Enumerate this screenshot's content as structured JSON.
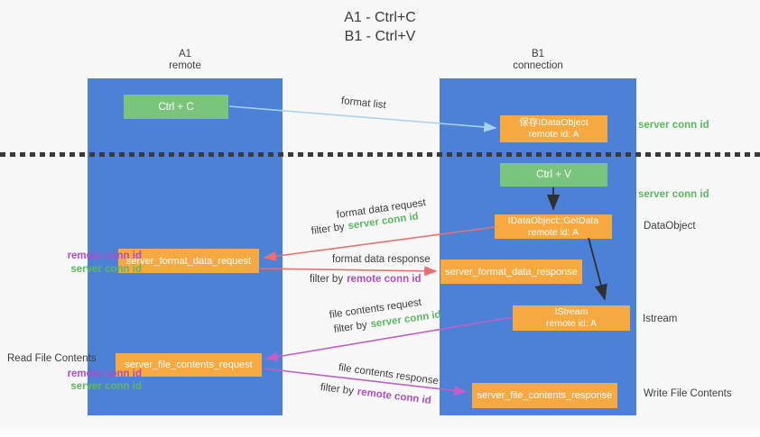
{
  "title": {
    "line1": "A1 - Ctrl+C",
    "line2": "B1 - Ctrl+V"
  },
  "columns": {
    "a1": {
      "name": "A1",
      "role": "remote"
    },
    "b1": {
      "name": "B1",
      "role": "connection"
    }
  },
  "nodes": {
    "ctrl_c": {
      "label": "Ctrl + C"
    },
    "ctrl_v": {
      "label": "Ctrl + V"
    },
    "save_idataobject": {
      "line1": "保存IDataObject",
      "line2": "remote id: A"
    },
    "getdata": {
      "line1": "IDataObject::GetData",
      "line2": "remote id: A"
    },
    "istream": {
      "line1": "IStream",
      "line2": "remote id: A"
    },
    "format_request": {
      "label": "server_format_data_request"
    },
    "format_response": {
      "label": "server_format_data_response"
    },
    "file_request": {
      "label": "server_file_contents_request"
    },
    "file_response": {
      "label": "server_file_contents_response"
    }
  },
  "side_labels": {
    "server_conn_id": "server conn id",
    "remote_conn_id": "remote conn id",
    "data_object": "DataObject",
    "istream": "Istream",
    "read_file_contents": "Read File Contents",
    "write_file_contents": "Write File Contents"
  },
  "arrow_labels": {
    "format_list": "format list",
    "format_data_request": "format data request",
    "format_data_response": "format data response",
    "file_contents_request": "file contents request",
    "file_contents_response": "file contents response",
    "filter_by": "filter by"
  },
  "colors": {
    "column_blue": "#4c81d7",
    "box_green": "#7ac47e",
    "box_orange": "#f7a941",
    "label_green": "#5cb860",
    "label_purple": "#ad4fc0",
    "arrow_red": "#e87070",
    "arrow_magenta": "#c45ec6",
    "arrow_light_blue": "#a8d2f1",
    "arrow_black": "#303030",
    "background": "#f7f7f8"
  }
}
